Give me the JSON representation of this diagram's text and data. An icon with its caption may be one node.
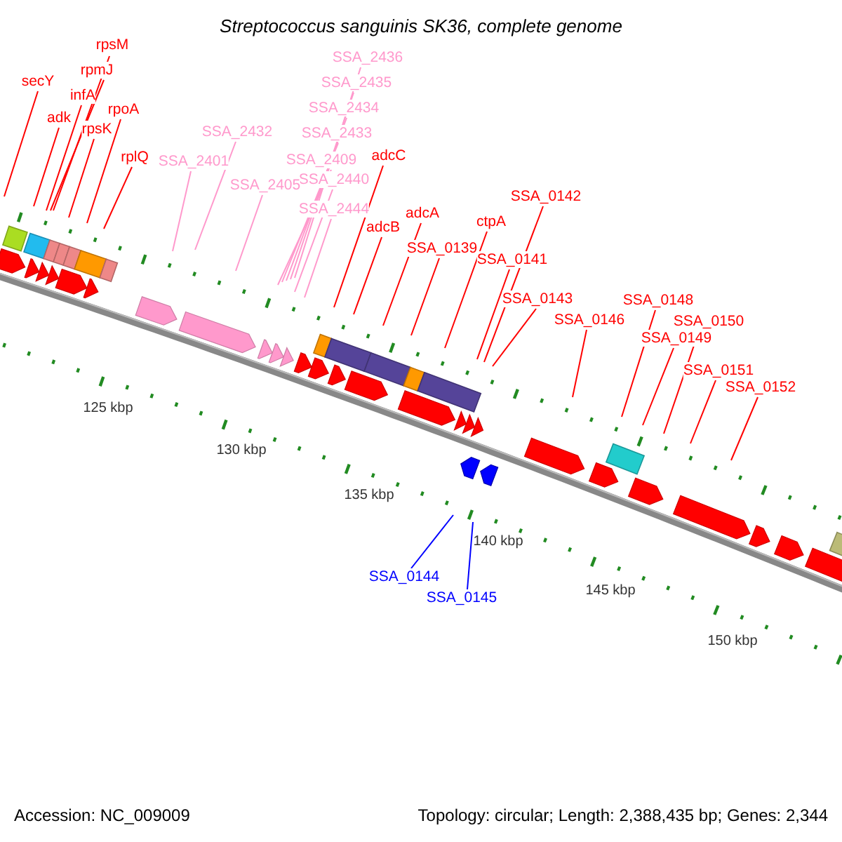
{
  "diagram": {
    "title": "Streptococcus sanguinis SK36, complete genome",
    "nodes": [
      {
        "text": [
          "secY"
        ]
      },
      {
        "text": [
          "rpsM"
        ]
      },
      {
        "text": [
          "rpmJ"
        ]
      },
      {
        "text": [
          "infA"
        ]
      },
      {
        "text": [
          "adk"
        ]
      },
      {
        "text": [
          "rpsK"
        ]
      },
      {
        "text": [
          "rpoA"
        ]
      },
      {
        "text": [
          "rplQ"
        ]
      },
      {
        "text": [
          "SSA_2436"
        ]
      },
      {
        "text": [
          "SSA_2435"
        ]
      },
      {
        "text": [
          "SSA_2434"
        ]
      },
      {
        "text": [
          "SSA_2433"
        ]
      },
      {
        "text": [
          "SSA_2432"
        ]
      },
      {
        "text": [
          "SSA_2401"
        ]
      },
      {
        "text": [
          "SSA_2409"
        ]
      },
      {
        "text": [
          "SSA_2440"
        ]
      },
      {
        "text": [
          "SSA_2405"
        ]
      },
      {
        "text": [
          "SSA_2444"
        ]
      },
      {
        "text": [
          "adcC"
        ]
      },
      {
        "text": [
          "SSA_0142"
        ]
      },
      {
        "text": [
          "adcA"
        ]
      },
      {
        "text": [
          "ctpA"
        ]
      },
      {
        "text": [
          "adcB"
        ]
      },
      {
        "text": [
          "SSA_0139"
        ]
      },
      {
        "text": [
          "SSA_0141"
        ]
      },
      {
        "text": [
          "SSA_0143"
        ]
      },
      {
        "text": [
          "SSA_0148"
        ]
      },
      {
        "text": [
          "SSA_0146"
        ]
      },
      {
        "text": [
          "SSA_0150"
        ]
      },
      {
        "text": [
          "SSA_0149"
        ]
      },
      {
        "text": [
          "SSA_0151"
        ]
      },
      {
        "text": [
          "SSA_0152"
        ]
      },
      {
        "text": [
          "SSA_0144"
        ]
      },
      {
        "text": [
          "SSA_0145"
        ]
      }
    ],
    "edges": [
      {
        "from": 0,
        "to": null,
        "arrow": "none"
      },
      {
        "from": 1,
        "to": null,
        "arrow": "none"
      },
      {
        "from": 2,
        "to": null,
        "arrow": "none"
      },
      {
        "from": 3,
        "to": null,
        "arrow": "none"
      },
      {
        "from": 4,
        "to": null,
        "arrow": "none"
      },
      {
        "from": 5,
        "to": null,
        "arrow": "none"
      },
      {
        "from": 6,
        "to": null,
        "arrow": "none"
      },
      {
        "from": 7,
        "to": null,
        "arrow": "none"
      },
      {
        "from": 8,
        "to": null,
        "arrow": "none",
        "color": "#ff99cc"
      },
      {
        "from": 9,
        "to": null,
        "arrow": "none",
        "color": "#ff99cc"
      },
      {
        "from": 10,
        "to": null,
        "arrow": "none",
        "color": "#ff99cc"
      },
      {
        "from": 11,
        "to": null,
        "arrow": "none",
        "color": "#ff99cc"
      },
      {
        "from": 12,
        "to": null,
        "arrow": "none",
        "color": "#ff99cc"
      },
      {
        "from": 13,
        "to": null,
        "arrow": "none",
        "color": "#ff99cc"
      },
      {
        "from": 14,
        "to": null,
        "arrow": "none",
        "color": "#ff99cc"
      },
      {
        "from": 15,
        "to": null,
        "arrow": "none",
        "color": "#ff99cc"
      },
      {
        "from": 16,
        "to": null,
        "arrow": "none",
        "color": "#ff99cc"
      },
      {
        "from": 17,
        "to": null,
        "arrow": "none",
        "color": "#ff99cc"
      },
      {
        "from": 18,
        "to": null,
        "arrow": "none"
      },
      {
        "from": 19,
        "to": null,
        "arrow": "none"
      },
      {
        "from": 20,
        "to": null,
        "arrow": "none"
      },
      {
        "from": 21,
        "to": null,
        "arrow": "none"
      },
      {
        "from": 22,
        "to": null,
        "arrow": "none"
      },
      {
        "from": 23,
        "to": null,
        "arrow": "none"
      },
      {
        "from": 24,
        "to": null,
        "arrow": "none"
      },
      {
        "from": 25,
        "to": null,
        "arrow": "none"
      },
      {
        "from": 26,
        "to": null,
        "arrow": "none"
      },
      {
        "from": 27,
        "to": null,
        "arrow": "none"
      },
      {
        "from": 28,
        "to": null,
        "arrow": "none"
      },
      {
        "from": 29,
        "to": null,
        "arrow": "none"
      },
      {
        "from": 30,
        "to": null,
        "arrow": "none"
      },
      {
        "from": 31,
        "to": null,
        "arrow": "none"
      },
      {
        "from": 32,
        "to": null,
        "arrow": "none",
        "color": "#0000ff"
      },
      {
        "from": 33,
        "to": null,
        "arrow": "none",
        "color": "#0000ff"
      }
    ],
    "labels": [
      "125 kbp",
      "130 kbp",
      "135 kbp",
      "140 kbp",
      "145 kbp",
      "150 kbp",
      "Accession: NC_009009",
      "Topology: circular; Length: 2,388,435 bp; Genes: 2,344"
    ]
  }
}
